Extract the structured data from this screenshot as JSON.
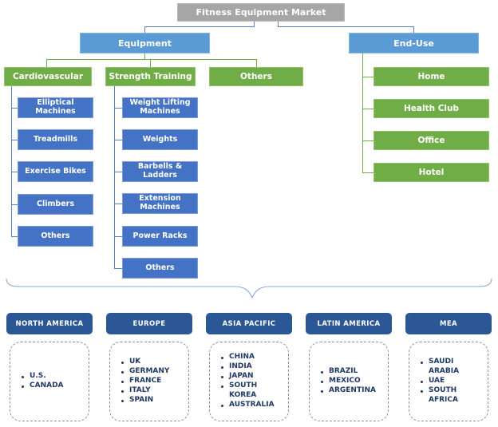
{
  "diagram": {
    "root_label": "Fitness Equipment Market",
    "equipment": {
      "label": "Equipment",
      "cardiovascular": {
        "label": "Cardiovascular",
        "items": [
          "Elliptical Machines",
          "Treadmills",
          "Exercise Bikes",
          "Climbers",
          "Others"
        ]
      },
      "strength": {
        "label": "Strength Training",
        "items": [
          "Weight Lifting Machines",
          "Weights",
          "Barbells & Ladders",
          "Extension Machines",
          "Power Racks",
          "Others"
        ]
      },
      "others_label": "Others"
    },
    "end_use": {
      "label": "End-Use",
      "items": [
        "Home",
        "Health Club",
        "Office",
        "Hotel"
      ]
    }
  },
  "regions": [
    {
      "name": "NORTH AMERICA",
      "countries": [
        "U.S.",
        "CANADA"
      ]
    },
    {
      "name": "EUROPE",
      "countries": [
        "UK",
        "GERMANY",
        "FRANCE",
        "ITALY",
        "SPAIN"
      ]
    },
    {
      "name": "ASIA PACIFIC",
      "countries": [
        "CHINA",
        "INDIA",
        "JAPAN",
        "SOUTH KOREA",
        "AUSTRALIA"
      ]
    },
    {
      "name": "LATIN AMERICA",
      "countries": [
        "BRAZIL",
        "MEXICO",
        "ARGENTINA"
      ]
    },
    {
      "name": "MEA",
      "countries": [
        "SAUDI ARABIA",
        "UAE",
        "SOUTH AFRICA"
      ]
    }
  ],
  "colors": {
    "root_gray": "#A6A6A6",
    "level2_blue": "#5B9BD5",
    "level3_green": "#70AD47",
    "level4_blue": "#4472C4",
    "region_header_blue": "#2B5797",
    "list_text_navy": "#1F3864",
    "connector_blue": "#5B83C4",
    "connector_green": "#70AD47",
    "brace_blue": "#8FAADC"
  }
}
